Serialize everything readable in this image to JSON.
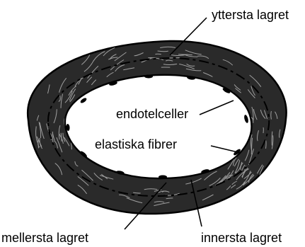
{
  "diagram": {
    "labels": {
      "outer_layer": "yttersta lagret",
      "endothelial_cells": "endotelceller",
      "elastic_fibers": "elastiska fibrer",
      "middle_layer": "mellersta lagret",
      "inner_layer": "innersta lagret"
    },
    "colors": {
      "ink": "#000000",
      "background": "#ffffff",
      "wall_shade": "#1a1a1a"
    }
  }
}
